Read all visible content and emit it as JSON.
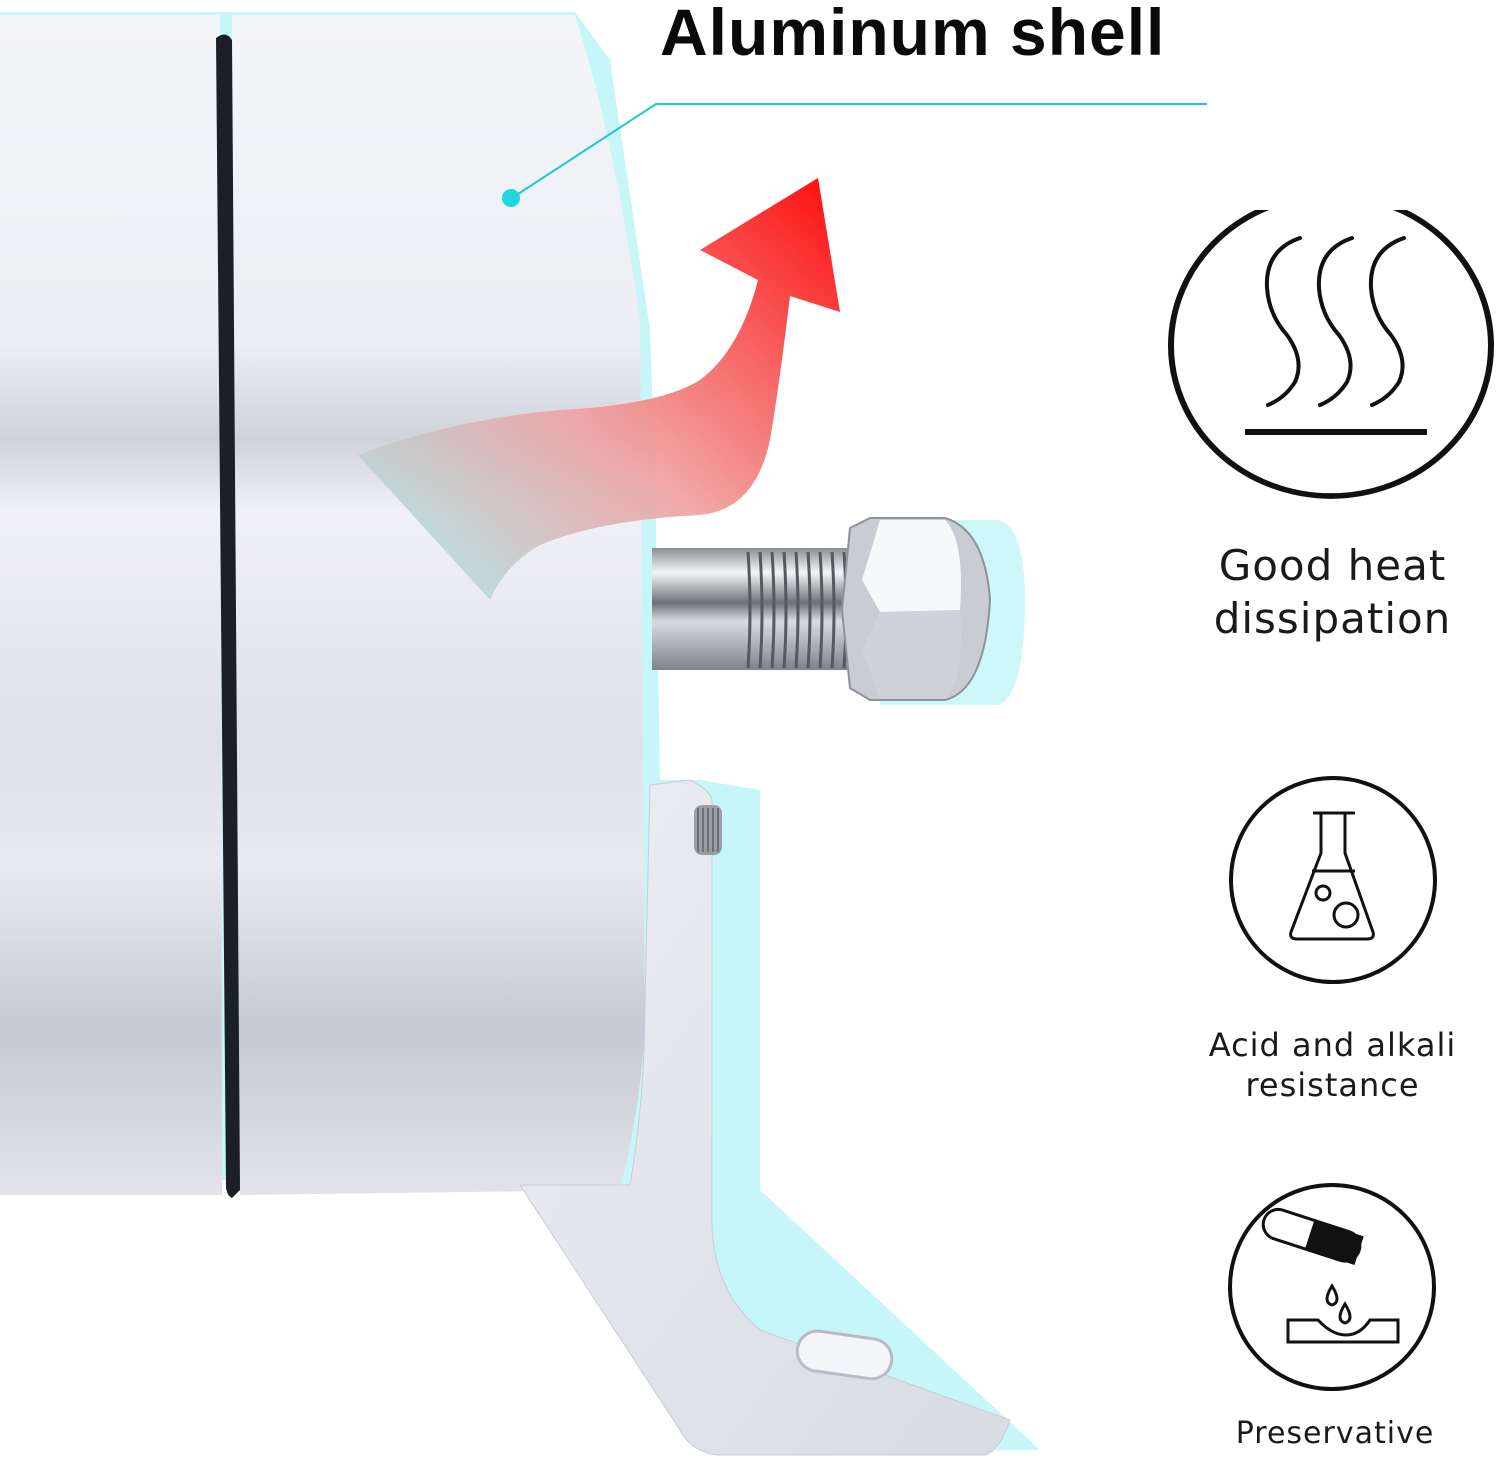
{
  "headline": {
    "text": "Aluminum shell",
    "callout_color": "#1fd6e0"
  },
  "product": {
    "name": "motor-housing",
    "shell_color": "#e6e7ef",
    "glow_color": "#c8f8fa",
    "gasket_color": "#1c1f26",
    "heat_arrow_start": "#a8efef",
    "heat_arrow_end": "#ff1010"
  },
  "features": [
    {
      "icon": "heat-dissipation-icon",
      "label_line1": "Good heat",
      "label_line2": "dissipation"
    },
    {
      "icon": "flask-icon",
      "label_line1": "Acid and alkali",
      "label_line2": "resistance"
    },
    {
      "icon": "corrosion-icon",
      "label_line1": "Preservative",
      "label_line2": ""
    }
  ]
}
